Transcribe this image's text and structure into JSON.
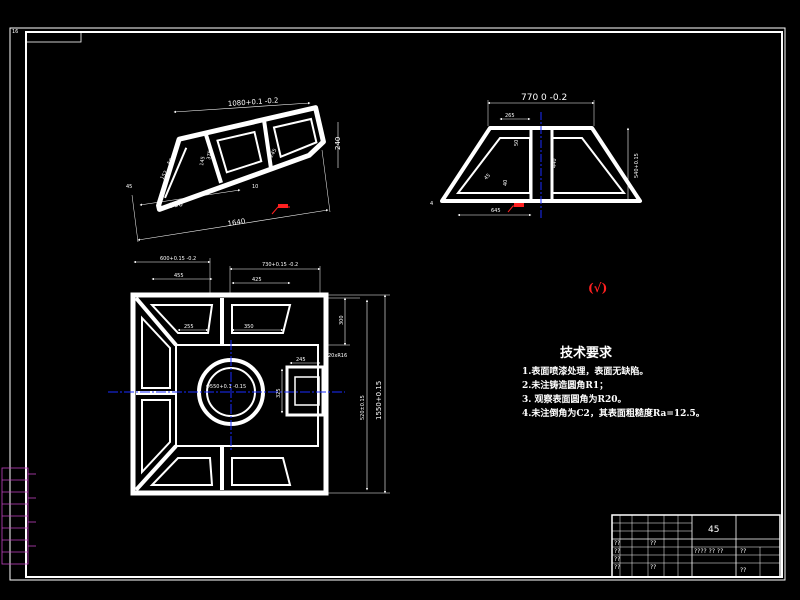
{
  "sheet": {
    "corner_mark": "16",
    "roughness_symbol": "(√)",
    "colors": {
      "background": "#000000",
      "line": "#ffffff",
      "center": "#1a2cff",
      "accent": "#ff2020",
      "legend": "#c040c0"
    }
  },
  "views": {
    "inclined": {
      "dims": {
        "top": "1080+0.1 -0.2",
        "bottom_inner": "790",
        "bottom_outer": "1640",
        "right": "240",
        "angle_left": "45",
        "web_a": "145",
        "web_b": "375",
        "web_c": "245",
        "gap": "10",
        "left_pad": "152",
        "left_small": "50"
      }
    },
    "section": {
      "dims": {
        "top": "770 0 -0.2",
        "top_inner": "265",
        "rib": "50",
        "height": "440",
        "height_outer": "540+0.15",
        "mid": "40",
        "left": "4",
        "bottom": "645",
        "angle": "45"
      }
    },
    "plan": {
      "dims": {
        "top_outer": "600+0.15 -0.2",
        "top_a": "455",
        "top_b": "730+0.15 -0.2",
        "top_c": "425",
        "slot_a": "255",
        "slot_b": "350",
        "right_a": "300",
        "right_b": "20xR16",
        "hole": "Φ550+0.1 -0.15",
        "tab_w": "245",
        "tab_h": "325",
        "side_inner": "520±0.15",
        "side_outer": "1550+0.15"
      }
    }
  },
  "tech": {
    "title": "技术要求",
    "items": [
      "1.表面喷漆处理，表面无缺陷。",
      "2.未注铸造圆角R1；",
      "3. 观察表面圆角为R20。",
      "4.未注倒角为C2，其表面粗糙度Ra=12.5。"
    ]
  },
  "title_block": {
    "material": "45",
    "scale_marks": "???? ?? ??",
    "drawing_code": "??",
    "cells_left": [
      "??",
      "??",
      "??",
      "??",
      "??",
      "??"
    ],
    "bottom_right": "??"
  }
}
